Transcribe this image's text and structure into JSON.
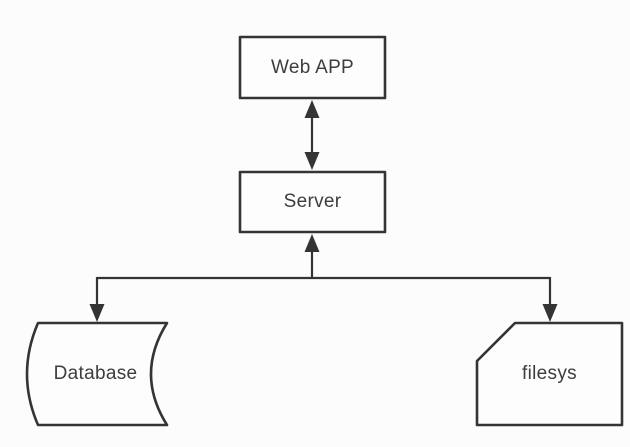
{
  "app": {
    "view": "architecture-flowchart"
  },
  "theme": {
    "background": "#fcfcfc",
    "line_color": "#343434",
    "text_color": "#3d3d3d",
    "node_fill": "#fdfdfd"
  },
  "diagram": {
    "nodes": [
      {
        "id": "web-app",
        "label": "Web APP",
        "shape": "rectangle"
      },
      {
        "id": "server",
        "label": "Server",
        "shape": "rectangle"
      },
      {
        "id": "database",
        "label": "Database",
        "shape": "stored-data"
      },
      {
        "id": "filesys",
        "label": "filesys",
        "shape": "card"
      }
    ],
    "edges": [
      {
        "from": "web-app",
        "to": "server",
        "arrows": "both"
      },
      {
        "from": "server",
        "to": "database",
        "arrows": "both",
        "via": "branch"
      },
      {
        "from": "server",
        "to": "filesys",
        "arrows": "both",
        "via": "branch"
      }
    ]
  }
}
